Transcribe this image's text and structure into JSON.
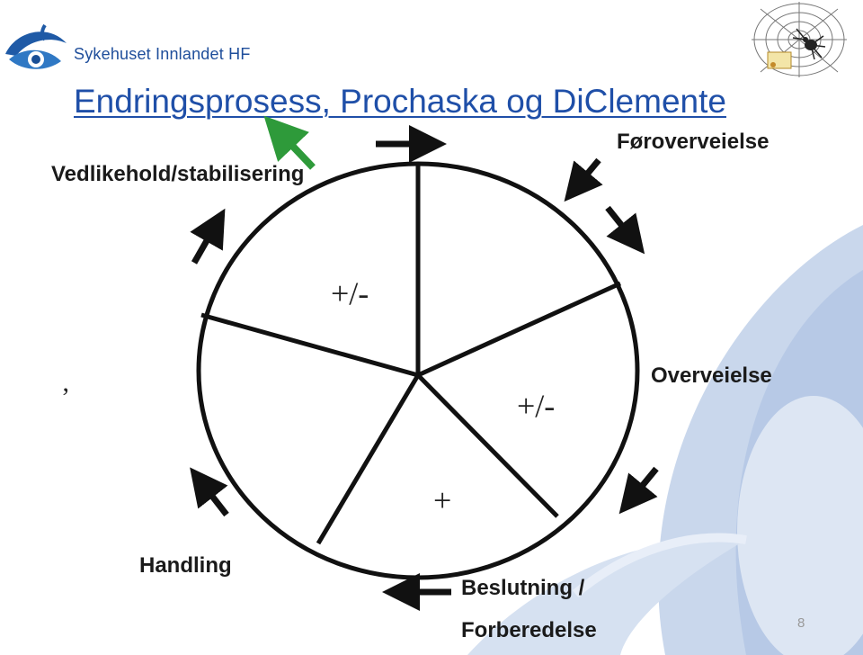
{
  "header": {
    "organization": "Sykehuset Innlandet HF",
    "title": "Endringsprosess, Prochaska og DiClemente"
  },
  "stages": {
    "precontemplation": "Føroverveielse",
    "contemplation": "Overveielse",
    "preparation_line1": "Beslutning /",
    "preparation_line2": "Forberedelse",
    "action": "Handling",
    "maintenance": "Vedlikehold/stabilisering"
  },
  "signs": {
    "upper_left": "+/-",
    "right": "+/-",
    "bottom": "+"
  },
  "stray_mark": "’",
  "page_number": "8",
  "colors": {
    "title": "#1f4fa8",
    "logo": "#1f4e9b",
    "ring": "#111111",
    "arrow": "#111111",
    "green_arrow": "#2e9a3a",
    "swoosh": "#c3d3ea"
  },
  "icons": {
    "logo": "sykehuset-eye-logo",
    "corner": "spider-web-icon"
  }
}
